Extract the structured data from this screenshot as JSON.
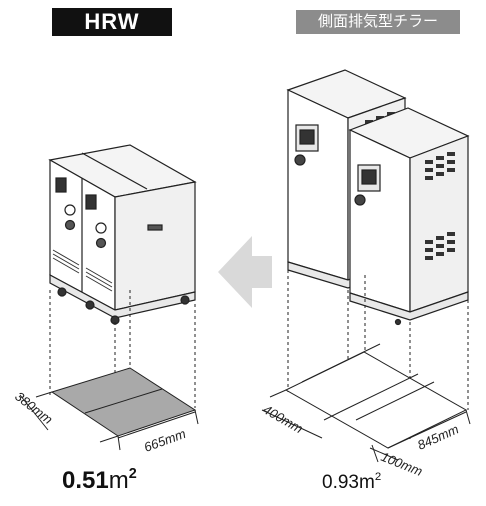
{
  "labels": {
    "left_title": "HRW",
    "right_title": "側面排気型チラー"
  },
  "dimensions": {
    "left_depth": "380mm",
    "left_width": "665mm",
    "right_depth": "400mm",
    "right_width": "845mm",
    "right_gap": "100mm"
  },
  "areas": {
    "left_value": "0.51",
    "left_unit": "m",
    "left_power": "2",
    "right_value": "0.93",
    "right_unit": "m",
    "right_power": "2"
  },
  "colors": {
    "footprint_fill": "#a9a9a9",
    "arrow_fill": "#d9d9d9",
    "title_bg": "#111111",
    "title2_bg": "#8c8c8c"
  }
}
